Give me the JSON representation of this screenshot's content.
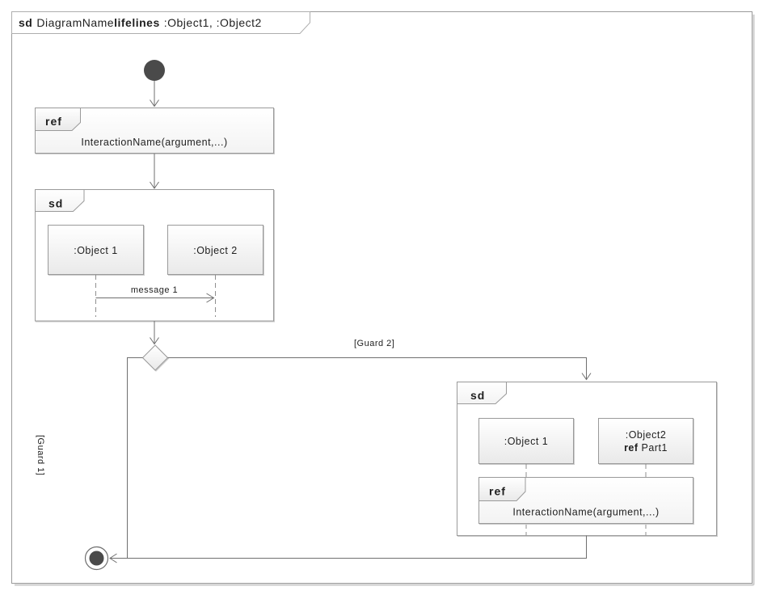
{
  "frame": {
    "keyword": "sd",
    "diagram_name": "DiagramName",
    "lifelines_keyword": "lifelines",
    "lifelines_list": ":Object1, :Object2"
  },
  "ref_fragment": {
    "tab_label": "ref",
    "interaction": "InteractionName(argument,...)"
  },
  "sd_fragment_1": {
    "tab_label": "sd",
    "lifeline_1": ":Object 1",
    "lifeline_2": ":Object 2",
    "message": "message 1"
  },
  "decision": {
    "guard_left": "[Guard 1]",
    "guard_right": "[Guard 2]"
  },
  "sd_fragment_2": {
    "tab_label": "sd",
    "lifeline_1": ":Object 1",
    "lifeline_2_name": ":Object2",
    "lifeline_2_ref_keyword": "ref",
    "lifeline_2_ref_target": "Part1",
    "ref_tab_label": "ref",
    "interaction": "InteractionName(argument,...)"
  },
  "colors": {
    "node_fill": "#4a4a4a",
    "frame_border": "#9a9a9a",
    "flow_line": "#6f6f6f",
    "box_gradient_top": "#ffffff",
    "box_gradient_bottom": "#e9e9e9"
  }
}
